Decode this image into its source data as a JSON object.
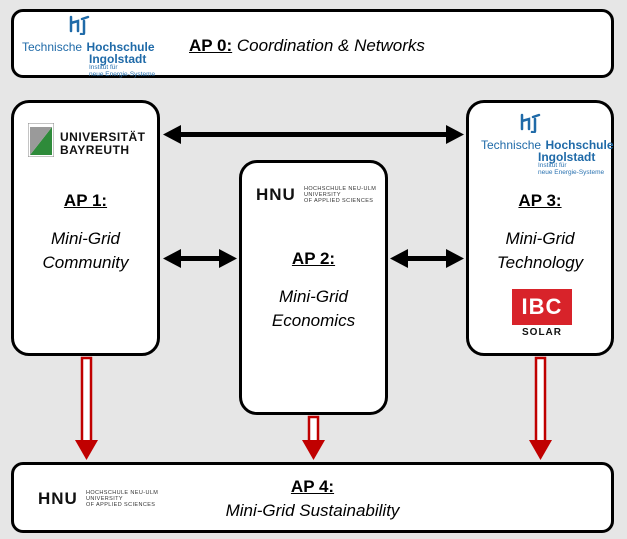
{
  "ap0": {
    "label": "AP 0:",
    "title": "Coordination & Networks"
  },
  "ap1": {
    "label": "AP 1:",
    "title_line1": "Mini-Grid",
    "title_line2": "Community"
  },
  "ap2": {
    "label": "AP 2:",
    "title_line1": "Mini-Grid",
    "title_line2": "Economics"
  },
  "ap3": {
    "label": "AP 3:",
    "title_line1": "Mini-Grid",
    "title_line2": "Technology"
  },
  "ap4": {
    "label": "AP 4:",
    "title": "Mini-Grid Sustainability"
  },
  "logos": {
    "thi": {
      "word1": "Technische",
      "word2": "Hochschule",
      "word3": "Ingolstadt",
      "sub1": "Institut für",
      "sub2": "neue Energie-Systeme"
    },
    "hnu": {
      "mark": "HNU",
      "line1": "HOCHSCHULE NEU-ULM",
      "line2": "UNIVERSITY",
      "line3": "OF APPLIED SCIENCES"
    },
    "bayreuth": {
      "line1": "UNIVERSITÄT",
      "line2": "BAYREUTH"
    },
    "ibc": {
      "top": "IBC",
      "bottom": "SOLAR"
    }
  },
  "colors": {
    "thi_blue": "#1f6aa8",
    "ibc_red": "#d8232a",
    "flow_arrow_red": "#c00000",
    "bayreuth_green": "#2e8b3a"
  }
}
